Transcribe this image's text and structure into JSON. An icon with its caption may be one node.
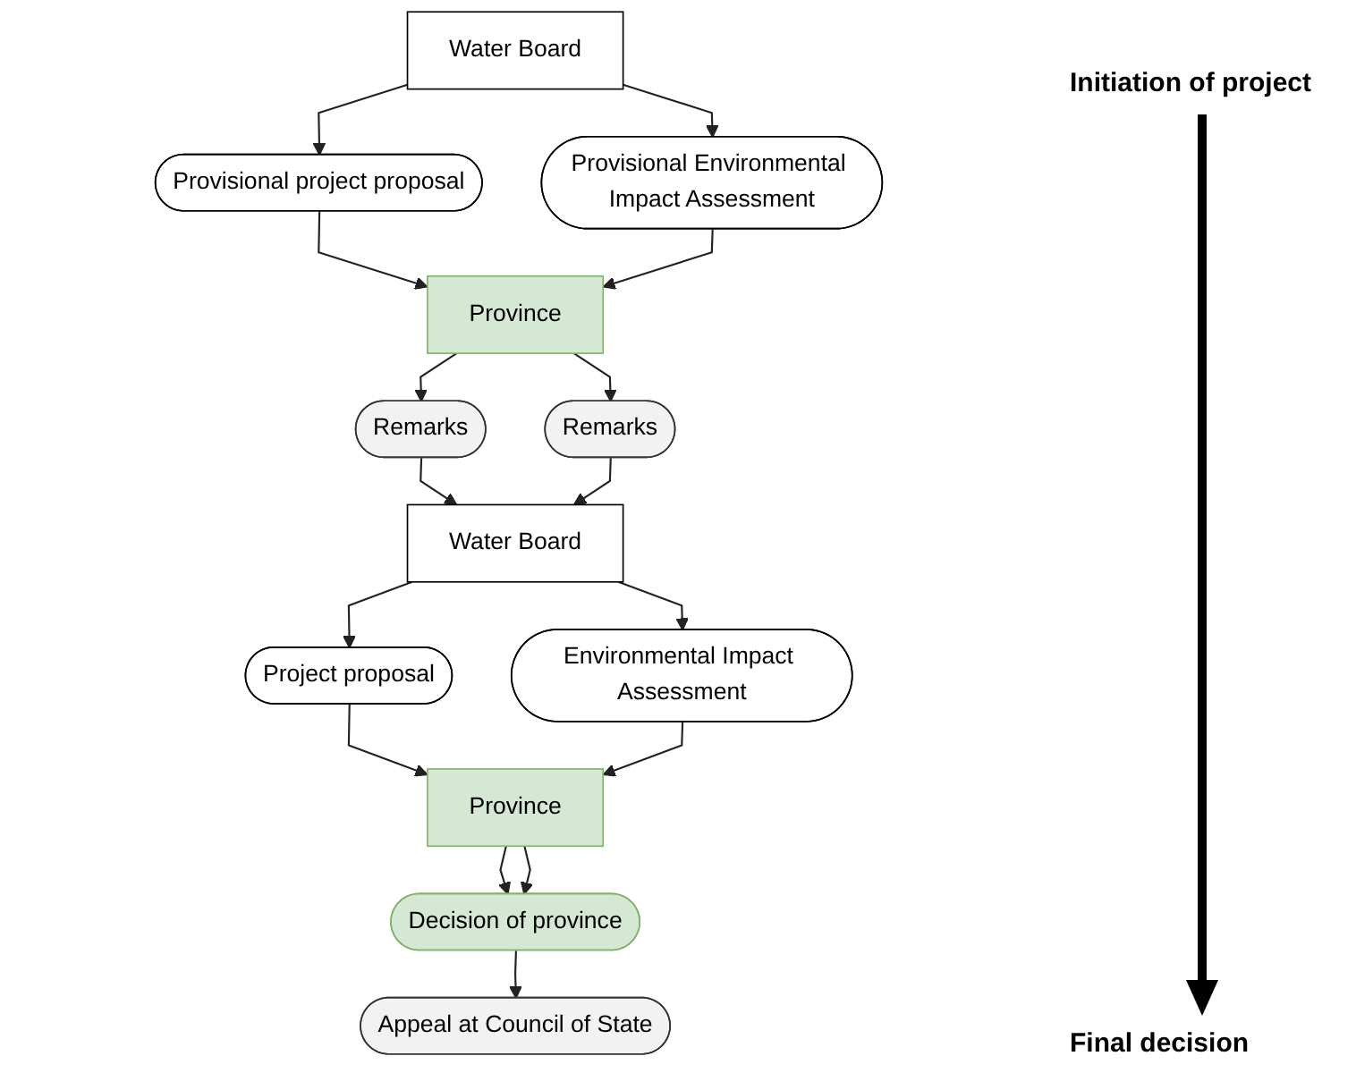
{
  "diagram": {
    "nodes": [
      {
        "text": [
          "Water Board"
        ]
      },
      {
        "text": [
          "Provisional project proposal"
        ]
      },
      {
        "text": [
          "Provisional Environmental Impact Assessment"
        ]
      },
      {
        "text": [
          "Province"
        ]
      },
      {
        "text": [
          "Remarks"
        ]
      },
      {
        "text": [
          "Remarks"
        ]
      },
      {
        "text": [
          "Water Board"
        ]
      },
      {
        "text": [
          "Project proposal"
        ]
      },
      {
        "text": [
          "Environmental Impact Assessment"
        ]
      },
      {
        "text": [
          "Province"
        ]
      },
      {
        "text": [
          "Decision of province"
        ]
      },
      {
        "text": [
          "Appeal at Council of State"
        ]
      }
    ],
    "edges": [
      {
        "from": 0,
        "to": 1,
        "arrow": "to"
      },
      {
        "from": 0,
        "to": 2,
        "arrow": "to"
      },
      {
        "from": 1,
        "to": 3,
        "arrow": "to"
      },
      {
        "from": 2,
        "to": 3,
        "arrow": "to"
      },
      {
        "from": 3,
        "to": 4,
        "arrow": "to"
      },
      {
        "from": 3,
        "to": 5,
        "arrow": "to"
      },
      {
        "from": 4,
        "to": 6,
        "arrow": "to"
      },
      {
        "from": 5,
        "to": 6,
        "arrow": "to"
      },
      {
        "from": 6,
        "to": 7,
        "arrow": "to"
      },
      {
        "from": 6,
        "to": 8,
        "arrow": "to"
      },
      {
        "from": 7,
        "to": 9,
        "arrow": "to"
      },
      {
        "from": 8,
        "to": 9,
        "arrow": "to"
      },
      {
        "from": 9,
        "to": 10,
        "arrow": "to"
      },
      {
        "from": 9,
        "to": 10,
        "arrow": "to"
      },
      {
        "from": 10,
        "to": 11,
        "arrow": "to"
      }
    ],
    "labels": [
      "Initiation of project",
      "Final decision"
    ]
  }
}
